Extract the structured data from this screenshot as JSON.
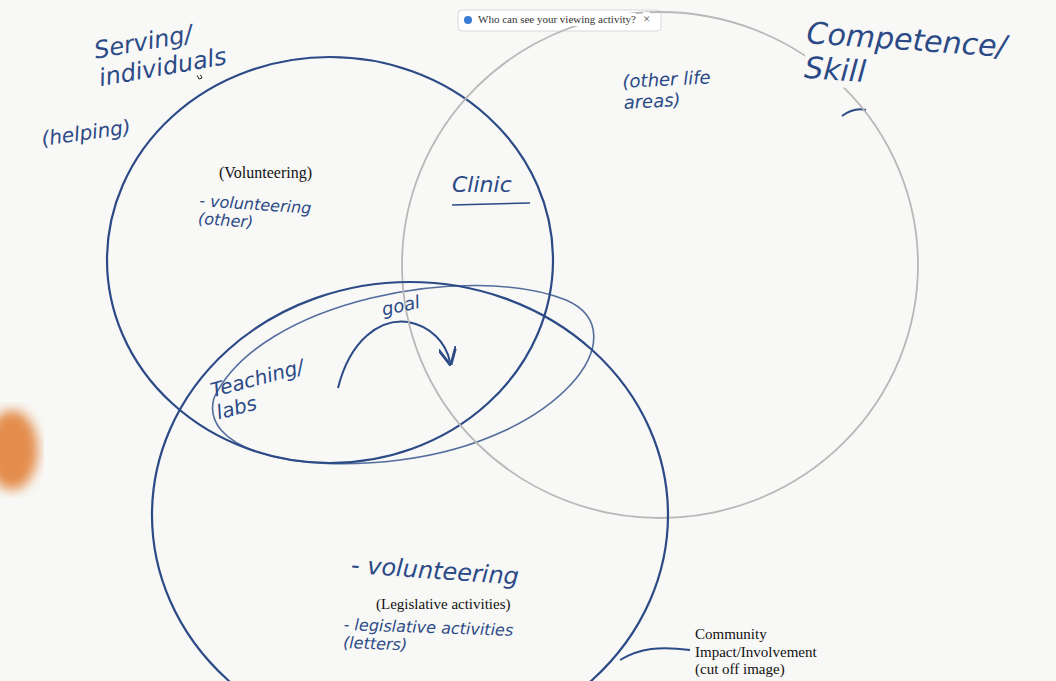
{
  "diagram": {
    "nodes": [
      {
        "text": [
          "Serving/ individuals",
          "(helping)",
          "(Volunteering)",
          "- volunteering (other)"
        ]
      },
      {
        "text": [
          "Competence/ Skill",
          "(other life areas)"
        ]
      },
      {
        "text": [
          "- volunteering",
          "(Legislative activities)",
          "- legislative activities (letters)",
          "Community Impact/Involvement (cut off image)"
        ]
      }
    ],
    "labels": [
      "Who can see your viewing activity?",
      "×",
      "Clinic",
      "Teaching/ labs",
      "goal"
    ]
  }
}
